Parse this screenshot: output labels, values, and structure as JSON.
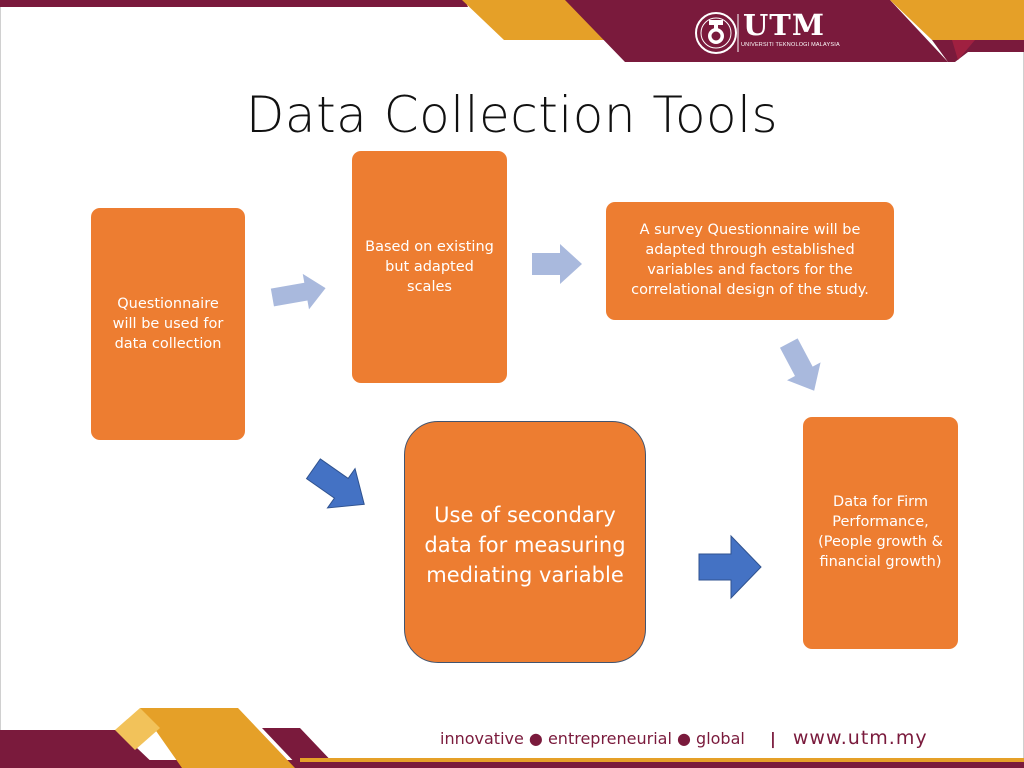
{
  "title": "Data Collection Tools",
  "logo": {
    "name": "UTM",
    "subtitle": "UNIVERSITI TEKNOLOGI MALAYSIA"
  },
  "boxes": {
    "questionnaire": [
      "Questionnaire",
      "will be used for",
      "data collection"
    ],
    "scales": [
      "Based on existing",
      "but adapted",
      "scales"
    ],
    "survey": [
      "A survey Questionnaire will be",
      "adapted through established",
      "variables and factors for the",
      "correlational design of the study."
    ],
    "secondary": [
      "Use of secondary",
      "data for measuring",
      "mediating variable"
    ],
    "firm": [
      "Data for Firm",
      "Performance,",
      "(People growth &",
      "financial growth)"
    ]
  },
  "footer": {
    "tagline": "innovative ● entrepreneurial ● global",
    "separator": "|",
    "url": "www.utm.my"
  },
  "colors": {
    "maroon": "#7a1a3c",
    "gold": "#e5a028",
    "box_orange": "#ed7d31",
    "arrow_light": "#a9b9dd",
    "arrow_dark": "#4472c4"
  }
}
